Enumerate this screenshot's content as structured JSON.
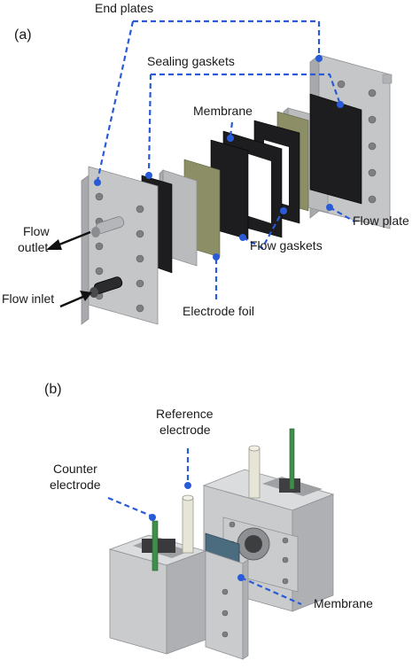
{
  "panel_a": {
    "tag": "(a)",
    "labels": {
      "end_plates": "End plates",
      "sealing_gaskets": "Sealing gaskets",
      "membrane": "Membrane",
      "flow_outlet_1": "Flow",
      "flow_outlet_2": "outlet",
      "flow_inlet": "Flow inlet",
      "electrode_foil": "Electrode foil",
      "flow_gaskets": "Flow gaskets",
      "flow_plate": "Flow plate"
    }
  },
  "panel_b": {
    "tag": "(b)",
    "labels": {
      "reference_electrode_1": "Reference",
      "reference_electrode_2": "electrode",
      "counter_electrode_1": "Counter",
      "counter_electrode_2": "electrode",
      "membrane": "Membrane"
    }
  },
  "colors": {
    "leader_line": "#2a5bd7",
    "plate_gray": "#c4c6c8",
    "gasket_black": "#1d1d1f",
    "foil_olive": "#8c8f66",
    "electrode_green": "#3f8f4a"
  }
}
